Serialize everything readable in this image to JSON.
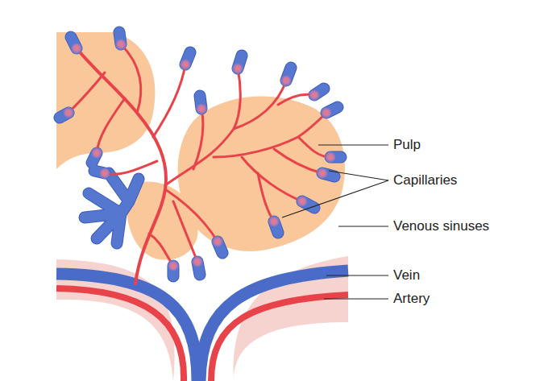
{
  "diagram": {
    "labels": [
      "Pulp",
      "Capillaries",
      "Venous sinuses",
      "Vein",
      "Artery"
    ]
  }
}
